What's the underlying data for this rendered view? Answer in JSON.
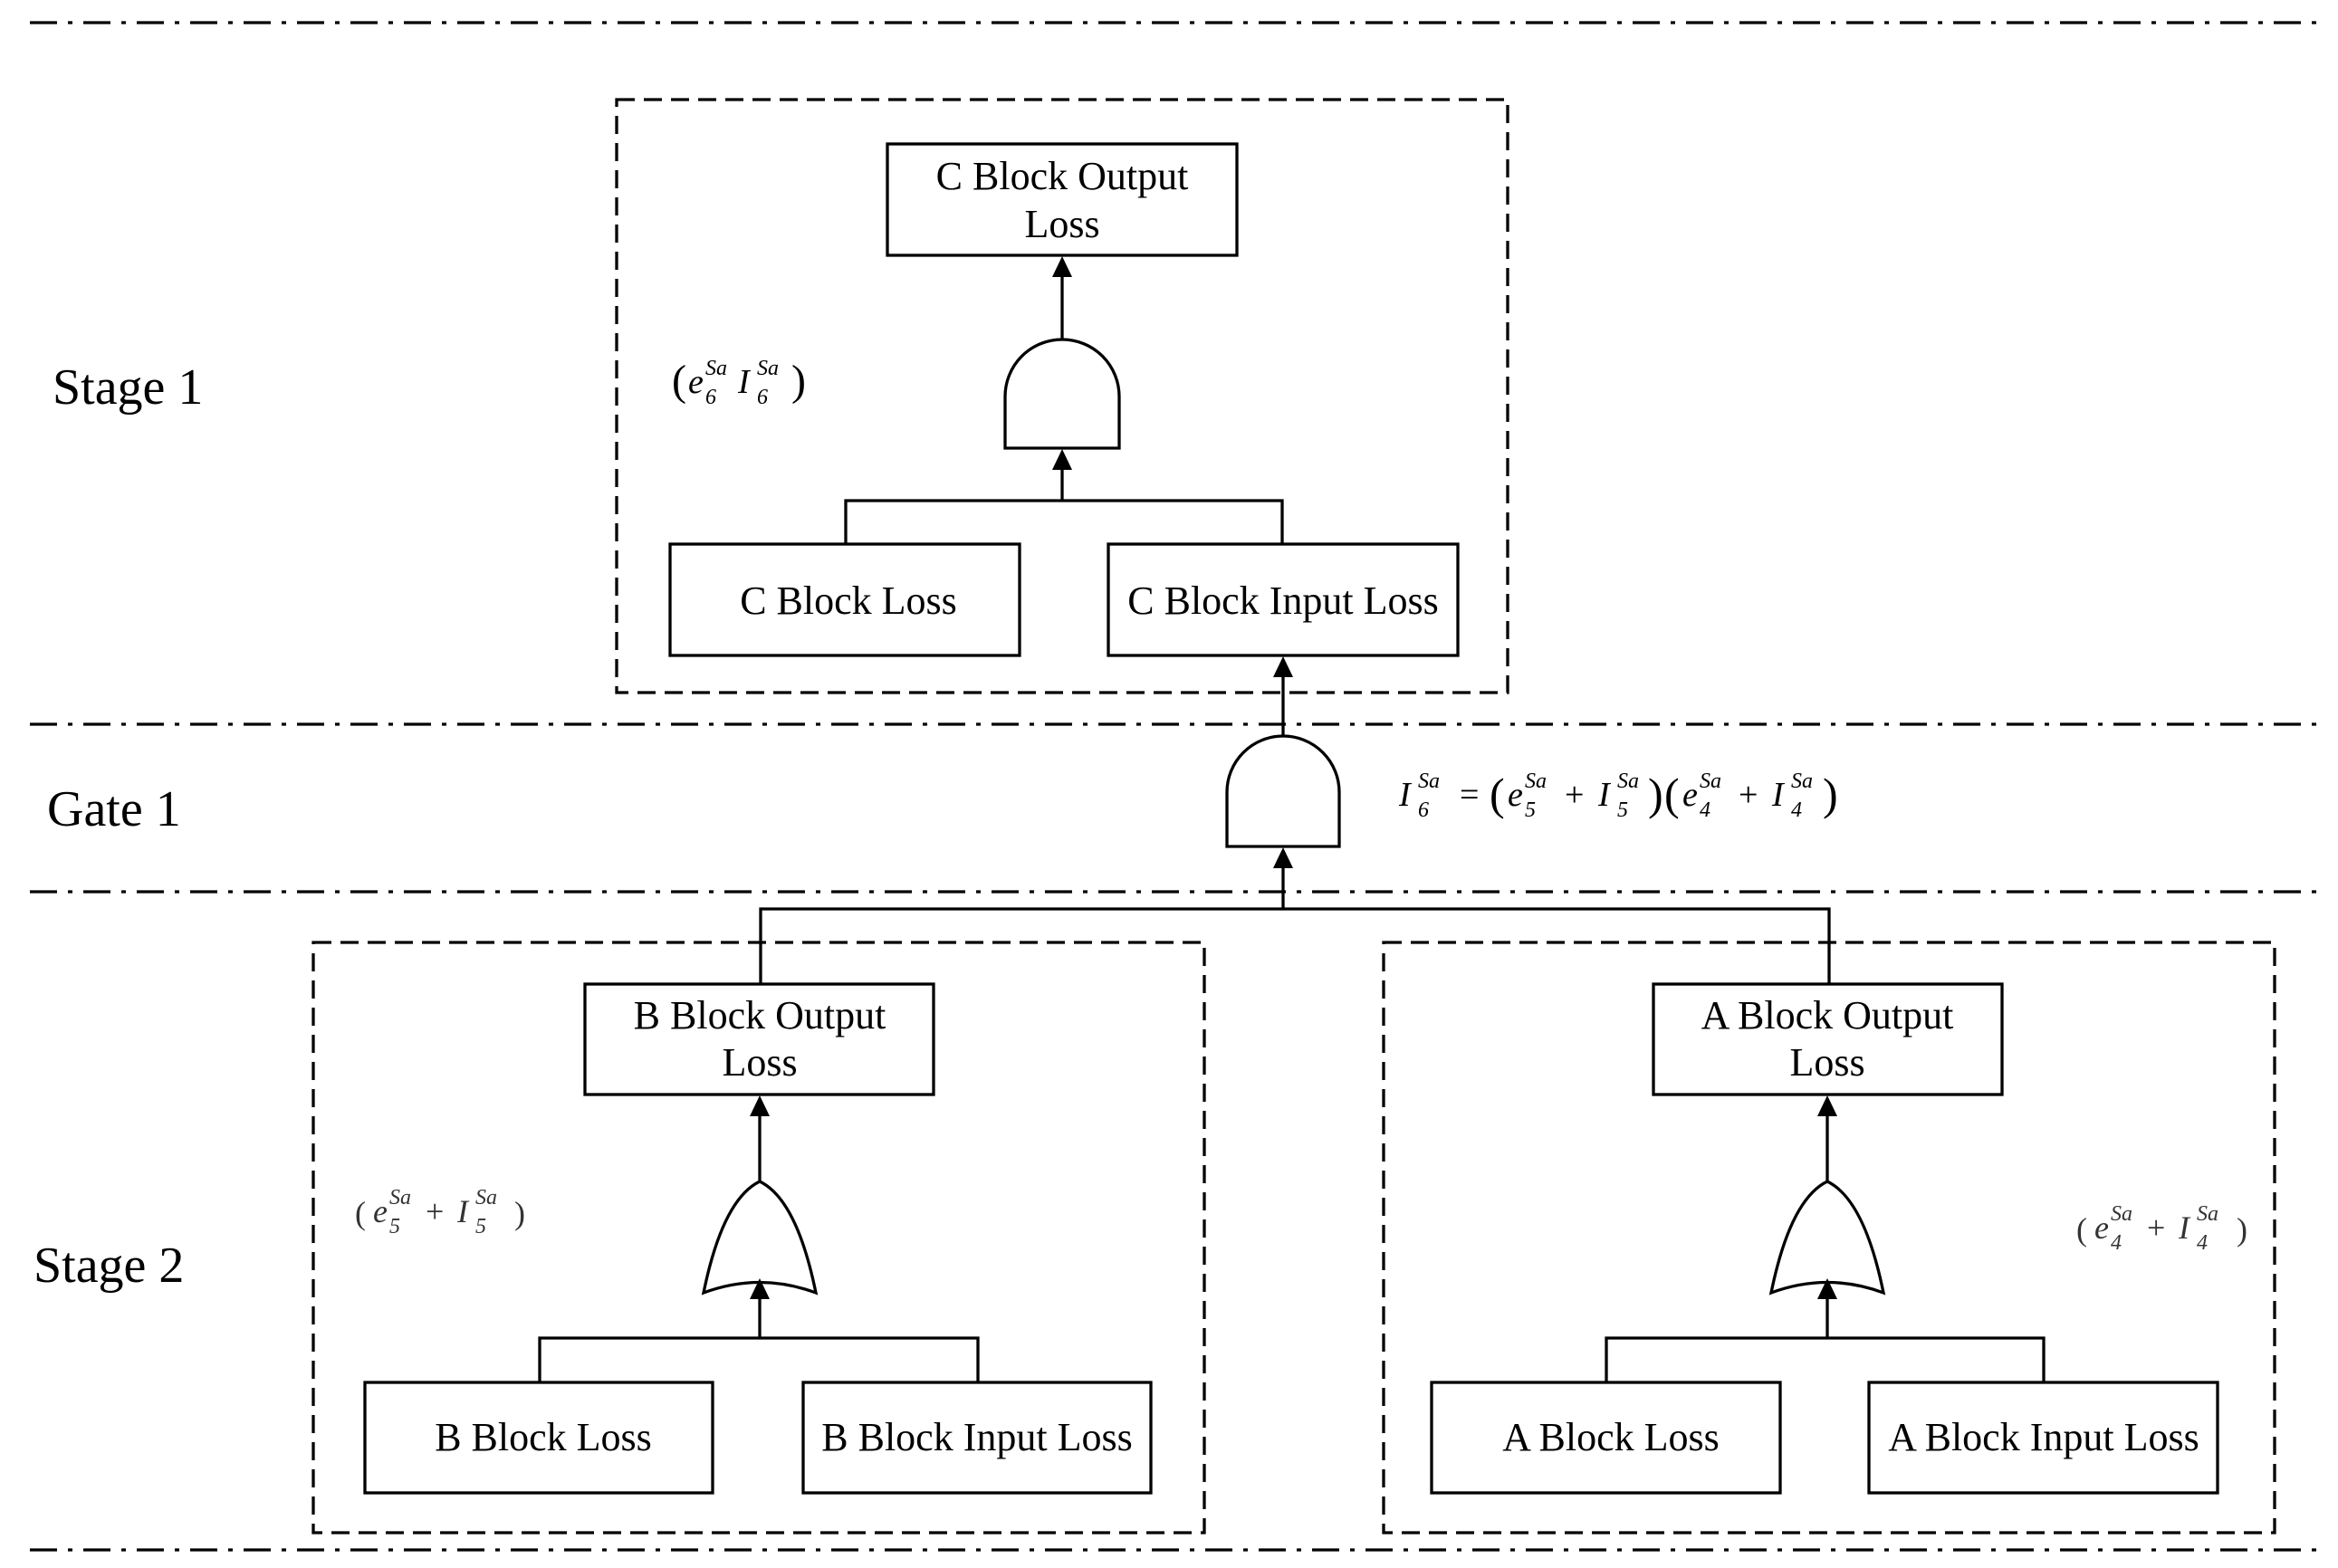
{
  "stages": {
    "stage1": "Stage 1",
    "gate1": "Gate 1",
    "stage2": "Stage 2"
  },
  "stage1": {
    "output": [
      "C Block Output",
      "Loss"
    ],
    "left_input": "C Block Loss",
    "right_input": "C Block Input Loss",
    "gate_type": "AND",
    "expression": {
      "open": "(",
      "e": "e",
      "e_sub": "6",
      "e_sup": "Sa",
      "i": "I",
      "i_sub": "6",
      "i_sup": "Sa",
      "close": ")"
    }
  },
  "gate1": {
    "gate_type": "AND",
    "equation": {
      "lhs": "I",
      "lhs_sub": "6",
      "lhs_sup": "Sa",
      "eq": "=",
      "p1_open": "(",
      "e5": "e",
      "e5_sub": "5",
      "e5_sup": "Sa",
      "plus1": "+",
      "i5": "I",
      "i5_sub": "5",
      "i5_sup": "Sa",
      "p1_close": ")",
      "p2_open": "(",
      "e4": "e",
      "e4_sub": "4",
      "e4_sup": "Sa",
      "plus2": "+",
      "i4": "I",
      "i4_sub": "4",
      "i4_sup": "Sa",
      "p2_close": ")"
    }
  },
  "stage2_b": {
    "output": [
      "B Block Output",
      "Loss"
    ],
    "left_input": "B Block Loss",
    "right_input": "B Block Input Loss",
    "gate_type": "OR",
    "expression": {
      "open": "(",
      "e": "e",
      "e_sub": "5",
      "e_sup": "Sa",
      "plus": "+",
      "i": "I",
      "i_sub": "5",
      "i_sup": "Sa",
      "close": ")"
    }
  },
  "stage2_a": {
    "output": [
      "A Block Output",
      "Loss"
    ],
    "left_input": "A Block Loss",
    "right_input": "A Block Input Loss",
    "gate_type": "OR",
    "expression": {
      "open": "(",
      "e": "e",
      "e_sub": "4",
      "e_sup": "Sa",
      "plus": "+",
      "i": "I",
      "i_sub": "4",
      "i_sup": "Sa",
      "close": ")"
    }
  }
}
